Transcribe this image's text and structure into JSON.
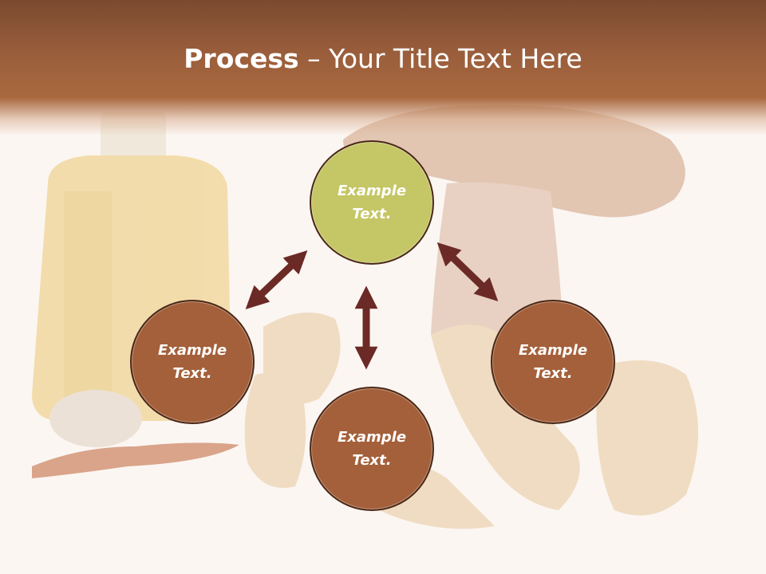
{
  "title": {
    "bold": "Process",
    "rest": " – Your Title Text Here"
  },
  "nodes": {
    "top": {
      "label": "Example\nText.",
      "color": "#c5c665"
    },
    "left": {
      "label": "Example\nText.",
      "color": "#a4603a"
    },
    "right": {
      "label": "Example\nText.",
      "color": "#a4603a"
    },
    "bottom": {
      "label": "Example\nText.",
      "color": "#a4603a"
    }
  },
  "colors": {
    "header": "#9a5e3c",
    "arrow": "#6b2a26",
    "node_border": "#4a2818"
  },
  "background": {
    "description_icon": "mushroom-oil-photo"
  }
}
